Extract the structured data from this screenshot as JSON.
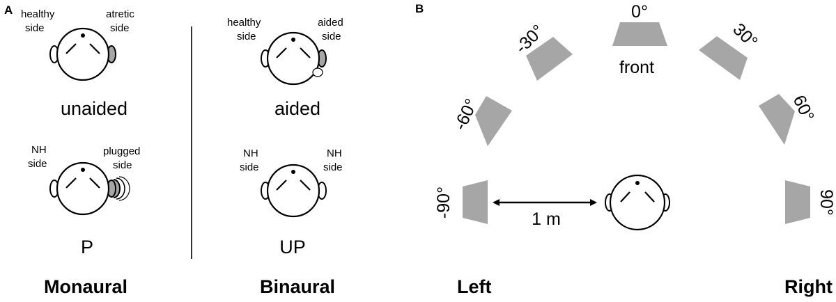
{
  "panel_a": {
    "label": "A",
    "unaided": {
      "left_label": [
        "healthy",
        "side"
      ],
      "right_label": [
        "atretic",
        "side"
      ],
      "caption": "unaided"
    },
    "aided": {
      "left_label": [
        "healthy",
        "side"
      ],
      "right_label": [
        "aided",
        "side"
      ],
      "caption": "aided"
    },
    "plugged": {
      "left_label": [
        "NH",
        "side"
      ],
      "right_label": [
        "plugged",
        "side"
      ],
      "caption": "P"
    },
    "unplugged": {
      "left_label": [
        "NH",
        "side"
      ],
      "right_label": [
        "NH",
        "side"
      ],
      "caption": "UP"
    },
    "group_monaural": "Monaural",
    "group_binaural": "Binaural"
  },
  "panel_b": {
    "label": "B",
    "speakers": [
      {
        "angle": "0°"
      },
      {
        "angle": "-30°"
      },
      {
        "angle": "30°"
      },
      {
        "angle": "-60°"
      },
      {
        "angle": "60°"
      },
      {
        "angle": "-90°"
      },
      {
        "angle": "90°"
      }
    ],
    "front_label": "front",
    "distance_label": "1 m",
    "left_label": "Left",
    "right_label": "Right"
  },
  "colors": {
    "speaker_fill": "#a6a6a6",
    "ear_fill_gray": "#a6a6a6",
    "stroke": "#000000"
  },
  "icons": [
    "head-icon",
    "speaker-icon",
    "hearing-aid-icon",
    "ear-plug-icon",
    "double-arrow-icon"
  ]
}
